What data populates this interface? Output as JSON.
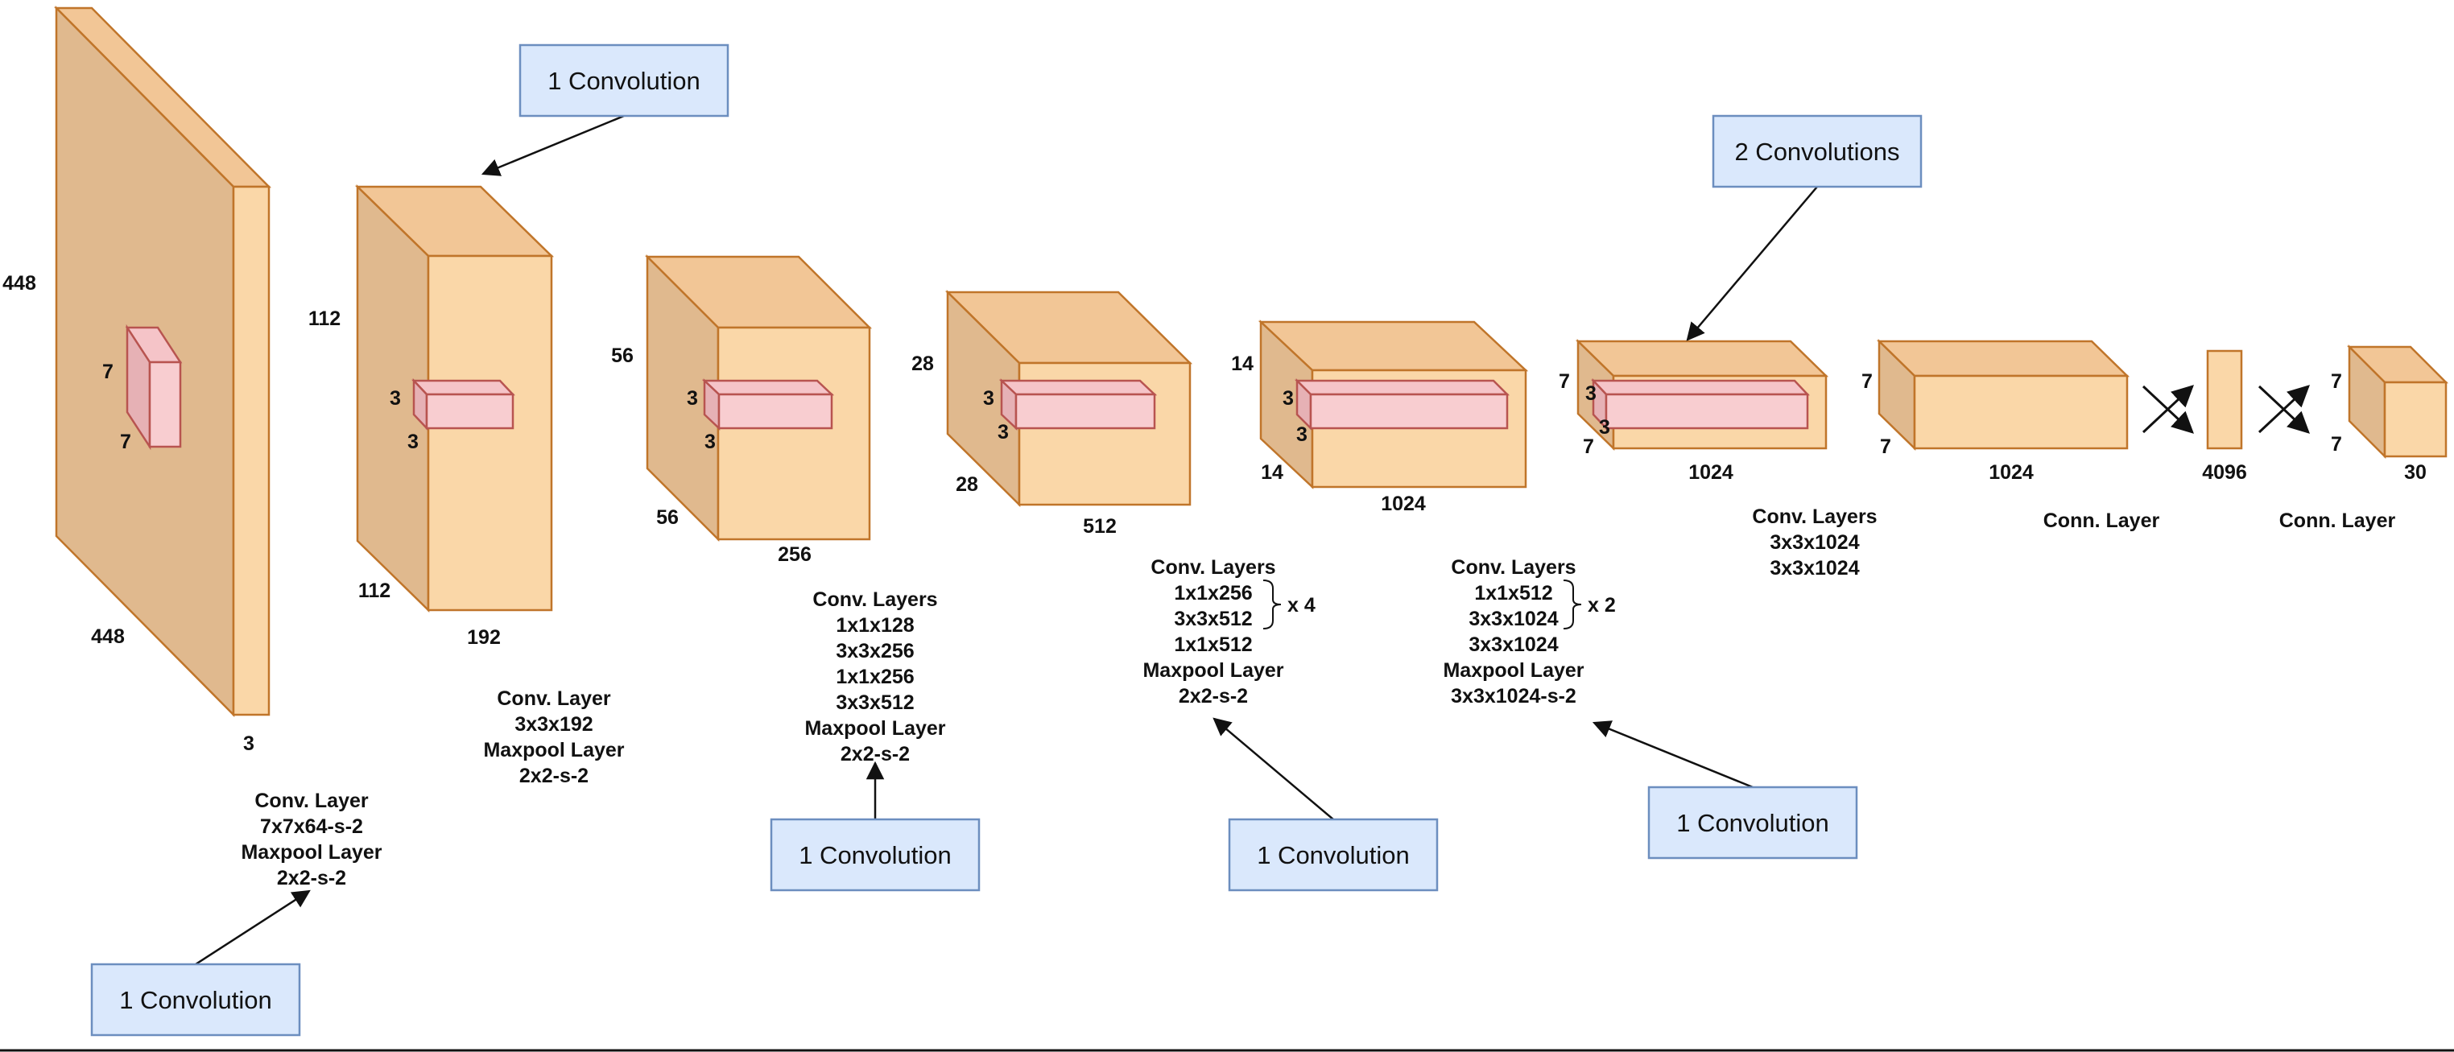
{
  "colors": {
    "block_front": "#fad7a8",
    "block_top": "#f2c696",
    "block_side": "#e0b98e",
    "block_stroke": "#c0752a",
    "kernel_front": "#f8cdd0",
    "kernel_top": "#f5c4c8",
    "kernel_side": "#e6b1b5",
    "kernel_stroke": "#b85450",
    "callout_fill": "#dae8fc",
    "callout_stroke": "#6c8ebf",
    "line": "#111111"
  },
  "stages": [
    {
      "id": "s1",
      "height": "448",
      "width": "448",
      "depth": "3",
      "kernel_h": "7",
      "kernel_w": "7"
    },
    {
      "id": "s2",
      "height": "112",
      "width": "112",
      "depth": "192",
      "kernel_h": "3",
      "kernel_w": "3"
    },
    {
      "id": "s3",
      "height": "56",
      "width": "56",
      "depth": "256",
      "kernel_h": "3",
      "kernel_w": "3"
    },
    {
      "id": "s4",
      "height": "28",
      "width": "28",
      "depth": "512",
      "kernel_h": "3",
      "kernel_w": "3"
    },
    {
      "id": "s5",
      "height": "14",
      "width": "14",
      "depth": "1024",
      "kernel_h": "3",
      "kernel_w": "3"
    },
    {
      "id": "s6",
      "height": "7",
      "width": "7",
      "depth": "1024",
      "kernel_h": "3",
      "kernel_w": "3"
    },
    {
      "id": "s7",
      "height": "7",
      "width": "7",
      "depth": "1024"
    },
    {
      "id": "fc1",
      "depth": "4096"
    },
    {
      "id": "out",
      "height": "7",
      "width": "7",
      "depth": "30"
    }
  ],
  "captions": [
    {
      "id": "c1",
      "lines": [
        "Conv. Layer",
        "7x7x64-s-2",
        "Maxpool Layer",
        "2x2-s-2"
      ]
    },
    {
      "id": "c2",
      "lines": [
        "Conv. Layer",
        "3x3x192",
        "Maxpool Layer",
        "2x2-s-2"
      ]
    },
    {
      "id": "c3",
      "lines": [
        "Conv. Layers",
        "1x1x128",
        "3x3x256",
        "1x1x256",
        "3x3x512",
        "Maxpool Layer",
        "2x2-s-2"
      ]
    },
    {
      "id": "c4",
      "lines": [
        "Conv. Layers",
        "1x1x256",
        "3x3x512",
        "1x1x512",
        "Maxpool Layer",
        "2x2-s-2"
      ],
      "repeat": "x 4"
    },
    {
      "id": "c5",
      "lines": [
        "Conv. Layers",
        "1x1x512",
        "3x3x1024",
        "3x3x1024",
        "Maxpool Layer",
        "3x3x1024-s-2"
      ],
      "repeat": "x 2"
    },
    {
      "id": "c6",
      "lines": [
        "Conv. Layers",
        "3x3x1024",
        "3x3x1024"
      ]
    },
    {
      "id": "c7",
      "lines": [
        "Conn. Layer"
      ]
    },
    {
      "id": "c8",
      "lines": [
        "Conn. Layer"
      ]
    }
  ],
  "callouts": [
    {
      "id": "b1",
      "label": "1 Convolution"
    },
    {
      "id": "b2",
      "label": "1 Convolution"
    },
    {
      "id": "b3",
      "label": "1 Convolution"
    },
    {
      "id": "b4",
      "label": "1 Convolution"
    },
    {
      "id": "b5",
      "label": "2 Convolutions"
    },
    {
      "id": "b6",
      "label": "1 Convolution"
    }
  ]
}
